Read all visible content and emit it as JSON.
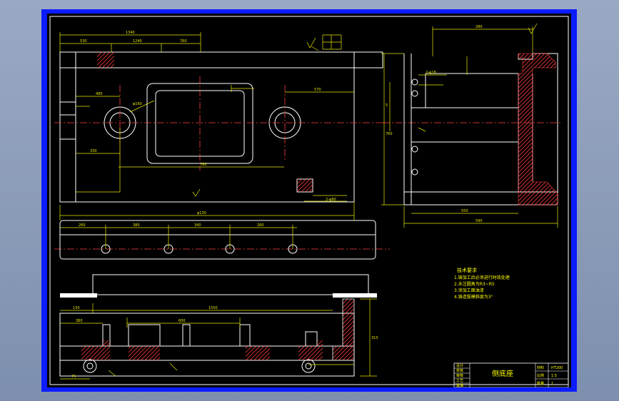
{
  "drawing": {
    "title": "侧底座",
    "colors": {
      "sheet_frame": "#0c1cff",
      "outline": "#ffffff",
      "dimension": "#e8e800",
      "hatch": "#ff3c3c",
      "center_line": "#ff4040",
      "text": "#ffff00"
    }
  },
  "notes": {
    "heading": "技术要求",
    "items": [
      "1.铸加工后必须进行时效处理",
      "2.未注圆角为R3~R5",
      "3.涂加工面油漆",
      "4.铸造拔模斜度为3°"
    ]
  },
  "title_block": {
    "name": "侧底座",
    "labels": [
      "设计",
      "校核",
      "审核",
      "工艺",
      "批准"
    ],
    "right_labels": [
      "材料",
      "比例",
      "数量"
    ],
    "right_values": [
      "HT200",
      "1:5",
      "1"
    ]
  },
  "dimensions": {
    "top_view": [
      "1340",
      "530",
      "1240",
      "760",
      "480",
      "330",
      "570",
      "780",
      "φ160",
      "2-φ80",
      "φ130"
    ],
    "side_view": [
      "280",
      "5",
      "550",
      "590",
      "2-φ18",
      "760"
    ],
    "front_view": [
      "260",
      "380",
      "340",
      "260",
      "1550",
      "130",
      "600",
      "380",
      "75",
      "310"
    ]
  }
}
